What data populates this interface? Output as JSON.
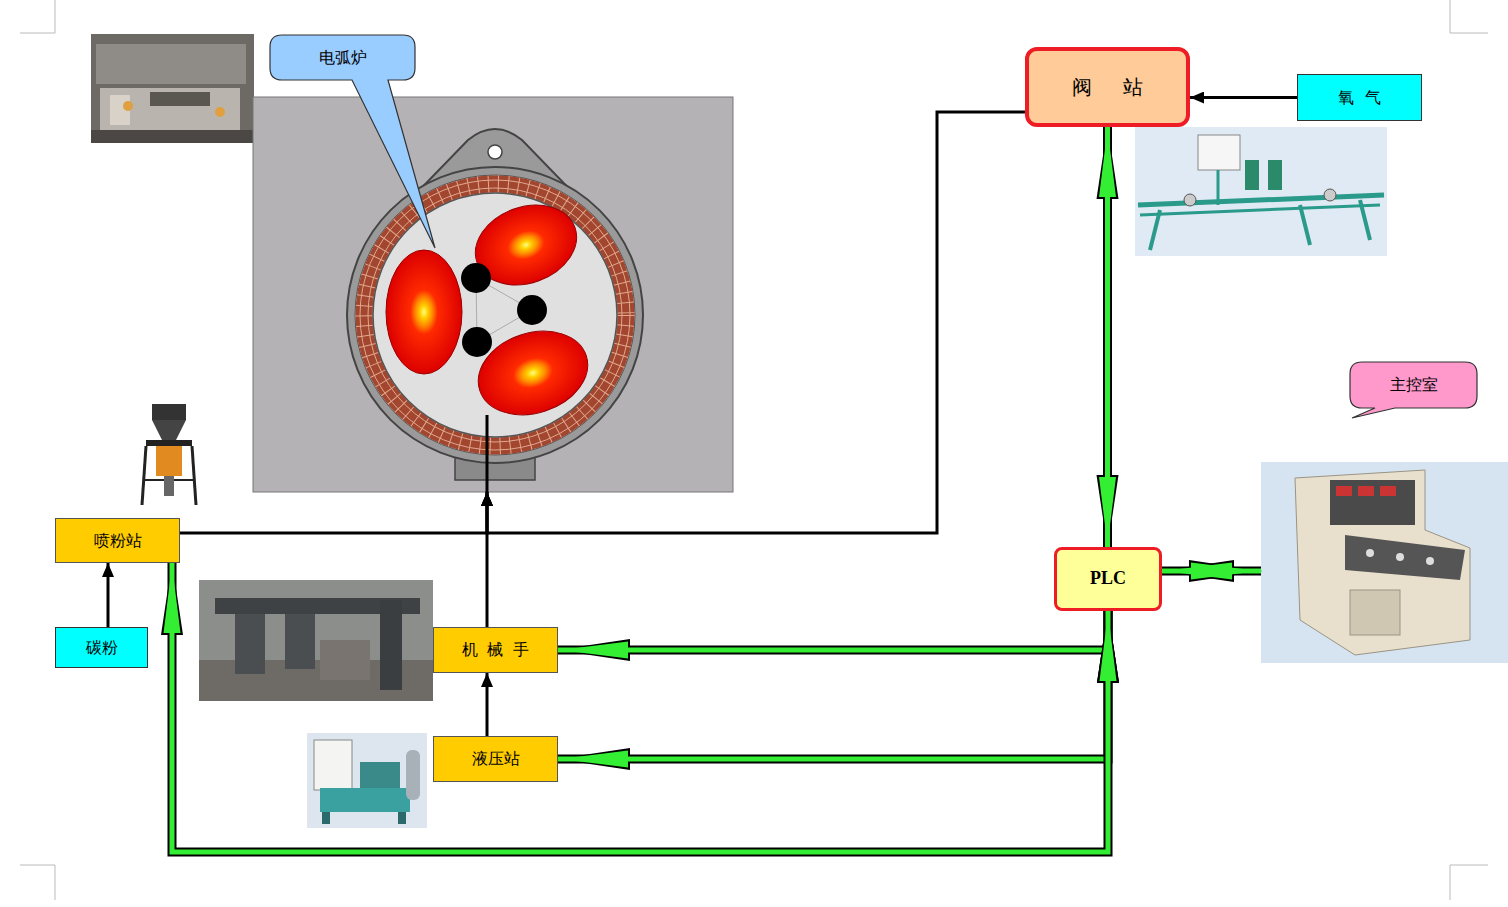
{
  "diagram": {
    "nodes": [
      {
        "text": [
          "电弧炉"
        ]
      },
      {
        "text": [
          "阀 站"
        ]
      },
      {
        "text": [
          "氧 气"
        ]
      },
      {
        "text": [
          "主控室"
        ]
      },
      {
        "text": [
          "喷粉站"
        ]
      },
      {
        "text": [
          "PLC"
        ]
      },
      {
        "text": [
          "碳粉"
        ]
      },
      {
        "text": [
          "机 械 手"
        ]
      },
      {
        "text": [
          "液压站"
        ]
      }
    ],
    "edges": [
      {
        "from": 2,
        "to": 1,
        "arrow": "to"
      },
      {
        "from": 1,
        "to": 0,
        "arrow": "to"
      },
      {
        "from": 6,
        "to": 4,
        "arrow": "to"
      },
      {
        "from": 4,
        "to": 0,
        "arrow": "to"
      },
      {
        "from": 8,
        "to": 7,
        "arrow": "to"
      },
      {
        "from": 7,
        "to": 0,
        "arrow": "to"
      },
      {
        "from": 1,
        "to": 5,
        "arrow": "both"
      },
      {
        "from": 5,
        "to": 3,
        "arrow": "both"
      },
      {
        "from": 7,
        "to": 5,
        "arrow": "both"
      },
      {
        "from": 8,
        "to": 5,
        "arrow": "both"
      },
      {
        "from": 4,
        "to": 5,
        "arrow": "both"
      }
    ]
  }
}
